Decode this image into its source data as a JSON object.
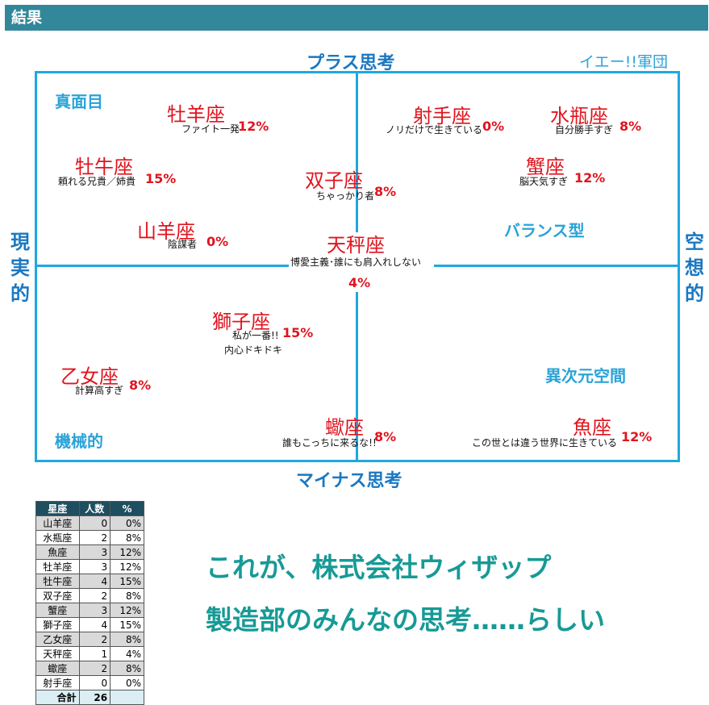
{
  "header": {
    "title": "結果"
  },
  "axes": {
    "top": "プラス思考",
    "bottom": "マイナス思考",
    "left": "現実的",
    "right": "空想的",
    "corner": "イエー!!軍団"
  },
  "quadrants": {
    "top_left": "真面目",
    "top_right": "バランス型",
    "bottom_left": "機械的",
    "bottom_right": "異次元空間"
  },
  "signs": [
    {
      "name": "牡羊座",
      "desc": "ファイト一発",
      "pct": "12%"
    },
    {
      "name": "牡牛座",
      "desc": "頼れる兄貴／姉貴",
      "pct": "15%"
    },
    {
      "name": "山羊座",
      "desc": "陰謀者",
      "pct": "0%"
    },
    {
      "name": "双子座",
      "desc": "ちゃっかり者",
      "pct": "8%"
    },
    {
      "name": "天秤座",
      "desc": "博愛主義･誰にも肩入れしない",
      "pct": "4%"
    },
    {
      "name": "射手座",
      "desc": "ノリだけで生きている",
      "pct": "0%"
    },
    {
      "name": "水瓶座",
      "desc": "自分勝手すぎ",
      "pct": "8%"
    },
    {
      "name": "蟹座",
      "desc": "脳天気すぎ",
      "pct": "12%"
    },
    {
      "name": "獅子座",
      "desc": "私が一番!!",
      "desc2": "内心ドキドキ",
      "pct": "15%"
    },
    {
      "name": "乙女座",
      "desc": "計算高すぎ",
      "pct": "8%"
    },
    {
      "name": "蠍座",
      "desc": "誰もこっちに来るな!!",
      "pct": "8%"
    },
    {
      "name": "魚座",
      "desc": "この世とは違う世界に生きている",
      "pct": "12%"
    }
  ],
  "table": {
    "headers": [
      "星座",
      "人数",
      "%"
    ],
    "rows": [
      [
        "山羊座",
        "0",
        "0%"
      ],
      [
        "水瓶座",
        "2",
        "8%"
      ],
      [
        "魚座",
        "3",
        "12%"
      ],
      [
        "牡羊座",
        "3",
        "12%"
      ],
      [
        "牡牛座",
        "4",
        "15%"
      ],
      [
        "双子座",
        "2",
        "8%"
      ],
      [
        "蟹座",
        "3",
        "12%"
      ],
      [
        "獅子座",
        "4",
        "15%"
      ],
      [
        "乙女座",
        "2",
        "8%"
      ],
      [
        "天秤座",
        "1",
        "4%"
      ],
      [
        "蠍座",
        "2",
        "8%"
      ],
      [
        "射手座",
        "0",
        "0%"
      ]
    ],
    "total_label": "合計",
    "total": "26"
  },
  "message": {
    "line1": "これが、株式会社ウィザップ",
    "line2": "製造部のみんなの思考……らしい"
  }
}
